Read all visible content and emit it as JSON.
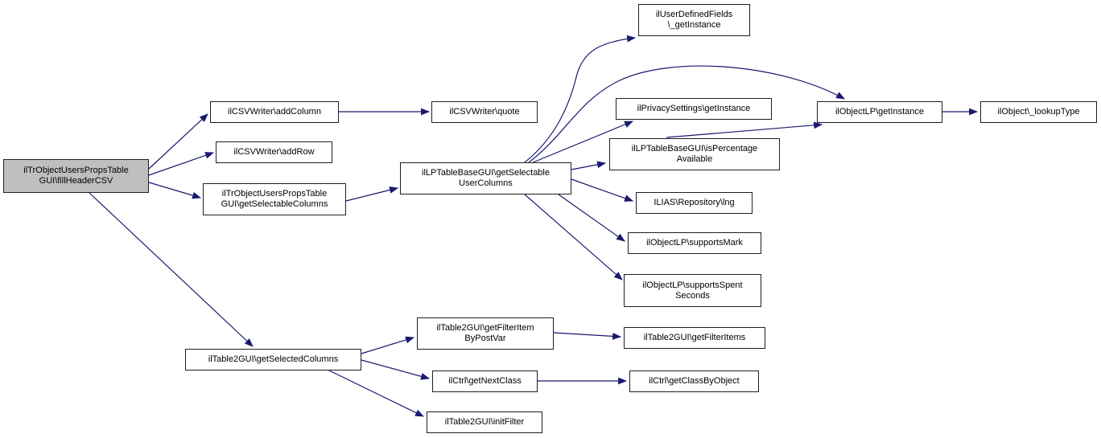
{
  "colors": {
    "edge": "#191970",
    "border": "#1f1f1f",
    "node_fill": "#ffffff",
    "root_fill": "#bfbfbf",
    "text": "#000000",
    "background": "#ffffff"
  },
  "nodes": {
    "fillHeaderCSV": {
      "lines": [
        "ilTrObjectUsersPropsTable",
        "GUI\\fillHeaderCSV"
      ]
    },
    "addColumn": {
      "lines": [
        "ilCSVWriter\\addColumn"
      ]
    },
    "quote": {
      "lines": [
        "ilCSVWriter\\quote"
      ]
    },
    "addRow": {
      "lines": [
        "ilCSVWriter\\addRow"
      ]
    },
    "getSelectableColumns": {
      "lines": [
        "ilTrObjectUsersPropsTable",
        "GUI\\getSelectableColumns"
      ]
    },
    "getSelectableUserColumns": {
      "lines": [
        "ilLPTableBaseGUI\\getSelectable",
        "UserColumns"
      ]
    },
    "userDefinedFieldsGetInstance": {
      "lines": [
        "ilUserDefinedFields",
        "\\_getInstance"
      ]
    },
    "privacySettingsGetInstance": {
      "lines": [
        "ilPrivacySettings\\getInstance"
      ]
    },
    "isPercentageAvailable": {
      "lines": [
        "ilLPTableBaseGUI\\isPercentage",
        "Available"
      ]
    },
    "objectLPGetInstance": {
      "lines": [
        "ilObjectLP\\getInstance"
      ]
    },
    "objectLookupType": {
      "lines": [
        "ilObject\\_lookupType"
      ]
    },
    "repositoryLng": {
      "lines": [
        "ILIAS\\Repository\\lng"
      ]
    },
    "supportsMark": {
      "lines": [
        "ilObjectLP\\supportsMark"
      ]
    },
    "supportsSpentSeconds": {
      "lines": [
        "ilObjectLP\\supportsSpent",
        "Seconds"
      ]
    },
    "getSelectedColumns": {
      "lines": [
        "ilTable2GUI\\getSelectedColumns"
      ]
    },
    "getFilterItemByPostVar": {
      "lines": [
        "ilTable2GUI\\getFilterItem",
        "ByPostVar"
      ]
    },
    "getFilterItems": {
      "lines": [
        "ilTable2GUI\\getFilterItems"
      ]
    },
    "getNextClass": {
      "lines": [
        "ilCtrl\\getNextClass"
      ]
    },
    "getClassByObject": {
      "lines": [
        "ilCtrl\\getClassByObject"
      ]
    },
    "initFilter": {
      "lines": [
        "ilTable2GUI\\initFilter"
      ]
    }
  },
  "edges": [
    {
      "from": "fillHeaderCSV",
      "to": "addColumn"
    },
    {
      "from": "fillHeaderCSV",
      "to": "addRow"
    },
    {
      "from": "fillHeaderCSV",
      "to": "getSelectableColumns"
    },
    {
      "from": "fillHeaderCSV",
      "to": "getSelectedColumns"
    },
    {
      "from": "addColumn",
      "to": "quote"
    },
    {
      "from": "getSelectableColumns",
      "to": "getSelectableUserColumns"
    },
    {
      "from": "getSelectableUserColumns",
      "to": "userDefinedFieldsGetInstance"
    },
    {
      "from": "getSelectableUserColumns",
      "to": "objectLPGetInstance"
    },
    {
      "from": "getSelectableUserColumns",
      "to": "privacySettingsGetInstance"
    },
    {
      "from": "getSelectableUserColumns",
      "to": "isPercentageAvailable"
    },
    {
      "from": "getSelectableUserColumns",
      "to": "repositoryLng"
    },
    {
      "from": "getSelectableUserColumns",
      "to": "supportsMark"
    },
    {
      "from": "getSelectableUserColumns",
      "to": "supportsSpentSeconds"
    },
    {
      "from": "isPercentageAvailable",
      "to": "objectLPGetInstance"
    },
    {
      "from": "objectLPGetInstance",
      "to": "objectLookupType"
    },
    {
      "from": "getSelectedColumns",
      "to": "getFilterItemByPostVar"
    },
    {
      "from": "getSelectedColumns",
      "to": "getNextClass"
    },
    {
      "from": "getSelectedColumns",
      "to": "initFilter"
    },
    {
      "from": "getFilterItemByPostVar",
      "to": "getFilterItems"
    },
    {
      "from": "getNextClass",
      "to": "getClassByObject"
    }
  ]
}
